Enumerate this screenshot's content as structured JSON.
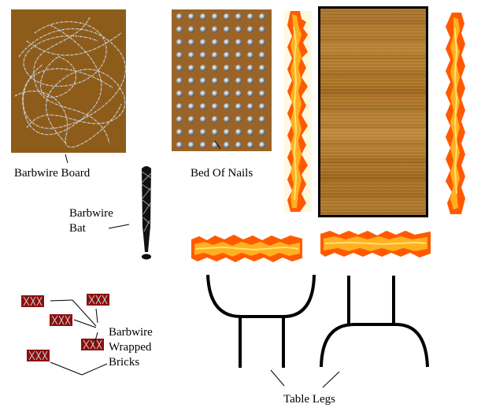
{
  "labels": {
    "barbwire_board": "Barbwire Board",
    "bed_of_nails": "Bed Of Nails",
    "barbwire_bat_line1": "Barbwire",
    "barbwire_bat_line2": "Bat",
    "bricks_line1": "Barbwire",
    "bricks_line2": "Wrapped",
    "bricks_line3": "Bricks",
    "table_legs": "Table Legs"
  },
  "colors": {
    "board_brown": "#8e5c1a",
    "nail_board": "#9a6428",
    "wood": "#b07a2e",
    "brick_red": "#8b0f0f",
    "fire_orange": "#ff5a00",
    "fire_yellow": "#ffd040"
  }
}
